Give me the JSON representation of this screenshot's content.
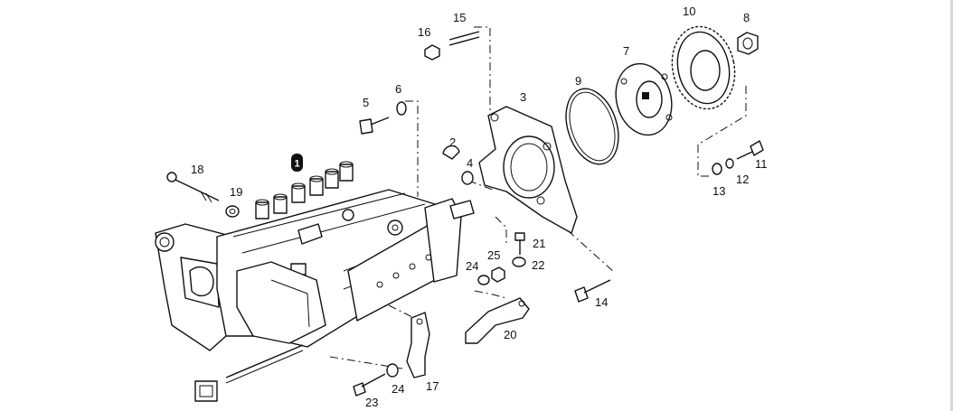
{
  "callout": "1",
  "labels": {
    "p2": "2",
    "p3": "3",
    "p4": "4",
    "p5": "5",
    "p6": "6",
    "p7": "7",
    "p8": "8",
    "p9": "9",
    "p10": "10",
    "p11": "11",
    "p12": "12",
    "p13": "13",
    "p14": "14",
    "p15": "15",
    "p16": "16",
    "p17": "17",
    "p18": "18",
    "p19": "19",
    "p20": "20",
    "p21": "21",
    "p22": "22",
    "p23": "23",
    "p24a": "24",
    "p24b": "24",
    "p25": "25"
  }
}
